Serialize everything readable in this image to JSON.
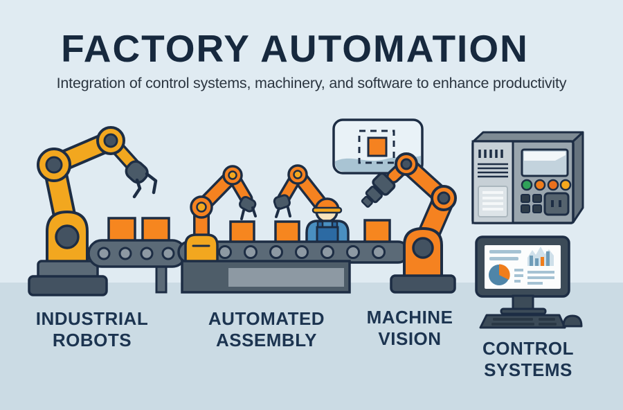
{
  "header": {
    "title": "FACTORY AUTOMATION",
    "subtitle": "Integration of control systems, machinery, and software to enhance productivity"
  },
  "labels": {
    "industrial_robots": "INDUSTRIAL\nROBOTS",
    "automated_assembly": "AUTOMATED\nASSEMBLY",
    "machine_vision": "MACHINE\nVISION",
    "control_systems": "CONTROL\nSYSTEMS"
  },
  "icons": [
    "industrial-robot-icon",
    "conveyor-belt-left-icon",
    "assembly-robots-icon",
    "worker-icon",
    "vision-panel-icon",
    "machine-vision-robot-icon",
    "control-panel-icon",
    "computer-workstation-icon"
  ],
  "colors": {
    "background": "#E0EBF2",
    "floor": "#CBDBE4",
    "outline_navy": "#1D2D44",
    "title_navy": "#17293E",
    "label_navy": "#1C3450",
    "robot_yellow": "#F2A71F",
    "robot_orange": "#F58220",
    "box_orange": "#F6861F",
    "machine_gray": "#5B6A77",
    "dark_slate": "#435261",
    "light_gray": "#C7D0D6",
    "worker_blue": "#4A8FC0",
    "overall_blue": "#2C6AA3",
    "button_green": "#2FA159",
    "button_amber": "#F6A81C"
  }
}
